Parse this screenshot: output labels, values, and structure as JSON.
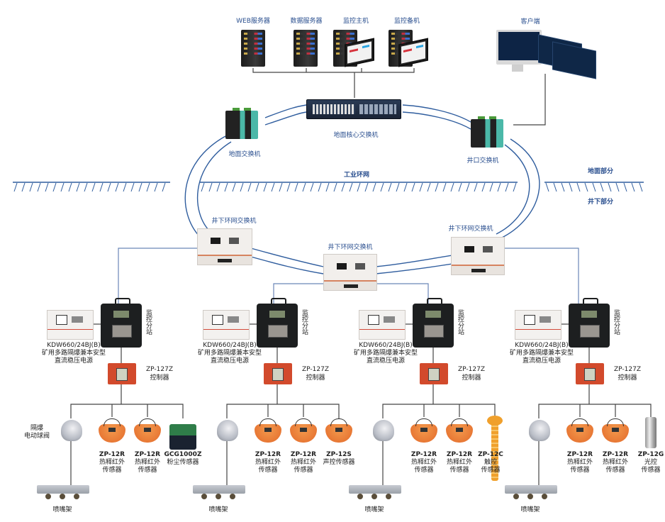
{
  "diagram": {
    "surface": {
      "servers": [
        {
          "label": "WEB服务器",
          "icon": "server-tower-icon"
        },
        {
          "label": "数据服务器",
          "icon": "server-tower-icon"
        },
        {
          "label": "监控主机",
          "icon": "monitor-host-icon"
        },
        {
          "label": "监控备机",
          "icon": "monitor-host-icon"
        }
      ],
      "client": {
        "label": "客户端",
        "icon": "client-dashboard-icon"
      },
      "core_switch": {
        "label": "地面核心交换机"
      },
      "ground_switch": {
        "label": "地面交换机"
      },
      "shaft_switch": {
        "label": "井口交换机"
      }
    },
    "ground_line": {
      "ring_label": "工业环网",
      "above_label": "地面部分",
      "below_label": "井下部分"
    },
    "underground": {
      "ring_switches": [
        {
          "label": "井下环网交换机"
        },
        {
          "label": "井下环网交换机"
        },
        {
          "label": "井下环网交换机"
        }
      ],
      "branches": [
        {
          "psu_model": "KDW660/24BJ(B)",
          "psu_desc1": "矿用多路隔爆兼本安型",
          "psu_desc2": "直流稳压电源",
          "station_label": "监控分站",
          "controller_model": "ZP-127Z",
          "controller_desc": "控制器",
          "valve_label1": "隔爆",
          "valve_label2": "电动球阀",
          "nozzle_label": "喷嘴架",
          "sensors": [
            {
              "model": "ZP-12R",
              "line1": "热释红外",
              "line2": "传感器",
              "kind": "pir"
            },
            {
              "model": "ZP-12R",
              "line1": "热释红外",
              "line2": "传感器",
              "kind": "pir"
            },
            {
              "model": "GCG1000Z",
              "line1": "粉尘传感器",
              "line2": "",
              "kind": "dust"
            }
          ]
        },
        {
          "psu_model": "KDW660/24BJ(B)",
          "psu_desc1": "矿用多路隔爆兼本安型",
          "psu_desc2": "直流稳压电源",
          "station_label": "监控分站",
          "controller_model": "ZP-127Z",
          "controller_desc": "控制器",
          "nozzle_label": "喷嘴架",
          "sensors": [
            {
              "model": "ZP-12R",
              "line1": "热释红外",
              "line2": "传感器",
              "kind": "pir"
            },
            {
              "model": "ZP-12R",
              "line1": "热释红外",
              "line2": "传感器",
              "kind": "pir"
            },
            {
              "model": "ZP-12S",
              "line1": "声控传感器",
              "line2": "",
              "kind": "pir"
            }
          ]
        },
        {
          "psu_model": "KDW660/24BJ(B)",
          "psu_desc1": "矿用多路隔爆兼本安型",
          "psu_desc2": "直流稳压电源",
          "station_label": "监控分站",
          "controller_model": "ZP-127Z",
          "controller_desc": "控制器",
          "nozzle_label": "喷嘴架",
          "sensors": [
            {
              "model": "ZP-12R",
              "line1": "热释红外",
              "line2": "传感器",
              "kind": "pir"
            },
            {
              "model": "ZP-12R",
              "line1": "热释红外",
              "line2": "传感器",
              "kind": "pir"
            },
            {
              "model": "ZP-12C",
              "line1": "触控",
              "line2": "传感器",
              "kind": "touch"
            }
          ]
        },
        {
          "psu_model": "KDW660/24BJ(B)",
          "psu_desc1": "矿用多路隔爆兼本安型",
          "psu_desc2": "直流稳压电源",
          "station_label": "监控分站",
          "controller_model": "ZP-127Z",
          "controller_desc": "控制器",
          "nozzle_label": "喷嘴架",
          "sensors": [
            {
              "model": "ZP-12R",
              "line1": "热释红外",
              "line2": "传感器",
              "kind": "pir"
            },
            {
              "model": "ZP-12R",
              "line1": "热释红外",
              "line2": "传感器",
              "kind": "pir"
            },
            {
              "model": "ZP-12G",
              "line1": "光控",
              "line2": "传感器",
              "kind": "light"
            }
          ]
        }
      ]
    },
    "colors": {
      "ring_cable": "#2f5d9e",
      "label_blue": "#2a4f8f",
      "wire_dark": "#444444",
      "controller_red": "#d24a2c",
      "sensor_orange": "#e3692a"
    }
  }
}
